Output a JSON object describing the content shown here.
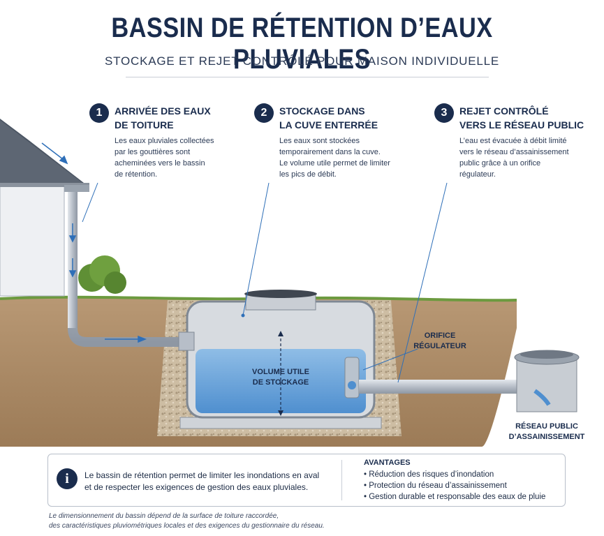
{
  "title": "BASSIN DE RÉTENTION D’EAUX PLUVIALES",
  "subtitle": "STOCKAGE ET REJET CONTRÔLÉ POUR MAISON INDIVIDUELLE",
  "steps": [
    {
      "num": "1",
      "head1": "ARRIVÉE DES EAUX",
      "head2": "DE TOITURE",
      "lines": [
        "Les eaux pluviales collectées",
        "par les gouttières sont",
        "acheminées vers le bassin",
        "de rétention."
      ]
    },
    {
      "num": "2",
      "head1": "STOCKAGE DANS",
      "head2": "LA CUVE ENTERRÉE",
      "lines": [
        "Les eaux sont stockées",
        "temporairement dans la cuve.",
        "Le volume utile permet de limiter",
        "les pics de débit."
      ]
    },
    {
      "num": "3",
      "head1": "REJET CONTRÔLÉ",
      "head2": "VERS LE RÉSEAU PUBLIC",
      "lines": [
        "L’eau est évacuée à débit limité",
        "vers le réseau d’assainissement",
        "public grâce à un orifice",
        "régulateur."
      ]
    }
  ],
  "labels": {
    "orifice1": "ORIFICE",
    "orifice2": "RÉGULATEUR",
    "volume1": "VOLUME UTILE",
    "volume2": "DE STOCKAGE",
    "reseau1": "RÉSEAU PUBLIC",
    "reseau2": "D’ASSAINISSEMENT"
  },
  "info": {
    "icon": "i",
    "line1": "Le bassin de rétention permet de limiter les inondations en aval",
    "line2": "et de respecter les exigences de gestion des eaux pluviales.",
    "advantages_title": "AVANTAGES",
    "advantages": [
      "Réduction des risques d’inondation",
      "Protection du réseau d’assainissement",
      "Gestion durable et responsable des eaux de pluie"
    ]
  },
  "footnote": {
    "line1": "Le dimensionnement du bassin dépend de la surface de toiture raccordée,",
    "line2": "des caractéristiques pluviométriques locales et des exigences du gestionnaire du réseau."
  }
}
